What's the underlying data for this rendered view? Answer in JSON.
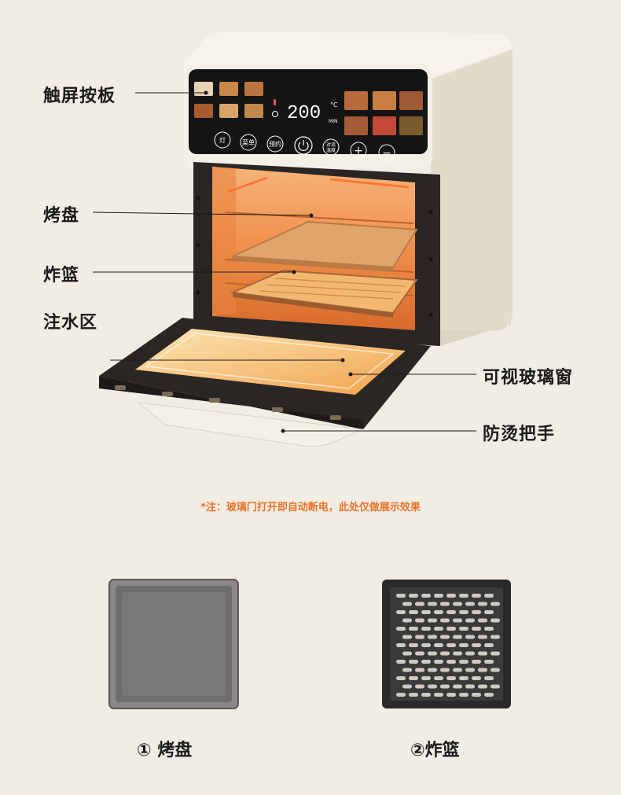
{
  "callouts": {
    "touch_panel": "触屏按板",
    "baking_tray": "烤盘",
    "fry_basket": "炸篮",
    "water_zone": "注水区",
    "window": "可视玻璃窗",
    "handle": "防烫把手"
  },
  "display": {
    "temperature": "200",
    "unit": "°C",
    "mode": "MIN"
  },
  "buttons": {
    "light": "灯",
    "menu": "菜单",
    "preset": "预约",
    "convection": "对流",
    "convection_2": "温度",
    "plus": "+",
    "minus": "−"
  },
  "note": "*注：玻璃门打开即自动断电，此处仅做展示效果",
  "captions": {
    "tray": "① 烤盘",
    "basket": "②炸篮"
  },
  "colors": {
    "background": "#f1ece4",
    "note": "#e8742a",
    "body": "#f4efe5",
    "panel": "#141414",
    "interior_glow": "#f4a05a"
  }
}
